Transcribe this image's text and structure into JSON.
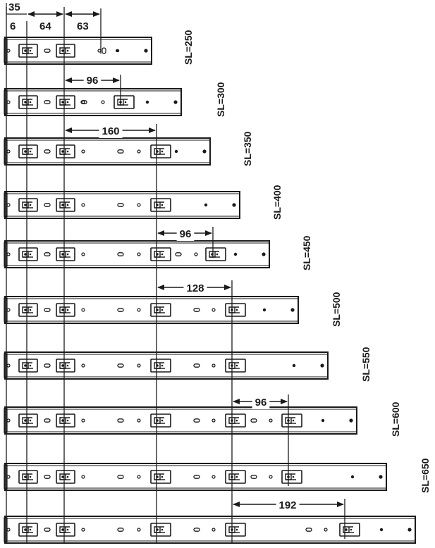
{
  "colors": {
    "ink": "#1a1a1a",
    "paper": "#ffffff"
  },
  "top_dimensions": {
    "a": "35",
    "b": "6",
    "c": "64",
    "d": "63"
  },
  "rails": [
    {
      "label": "SL=250"
    },
    {
      "label": "SL=300"
    },
    {
      "label": "SL=350"
    },
    {
      "label": "SL=400"
    },
    {
      "label": "SL=450"
    },
    {
      "label": "SL=500"
    },
    {
      "label": "SL=550"
    },
    {
      "label": "SL=600"
    },
    {
      "label": "SL=650"
    },
    {
      "label": ""
    }
  ],
  "spacing_dimensions": [
    {
      "value": "96"
    },
    {
      "value": "160"
    },
    {
      "value": "96"
    },
    {
      "value": "128"
    },
    {
      "value": "96"
    },
    {
      "value": "192"
    }
  ]
}
